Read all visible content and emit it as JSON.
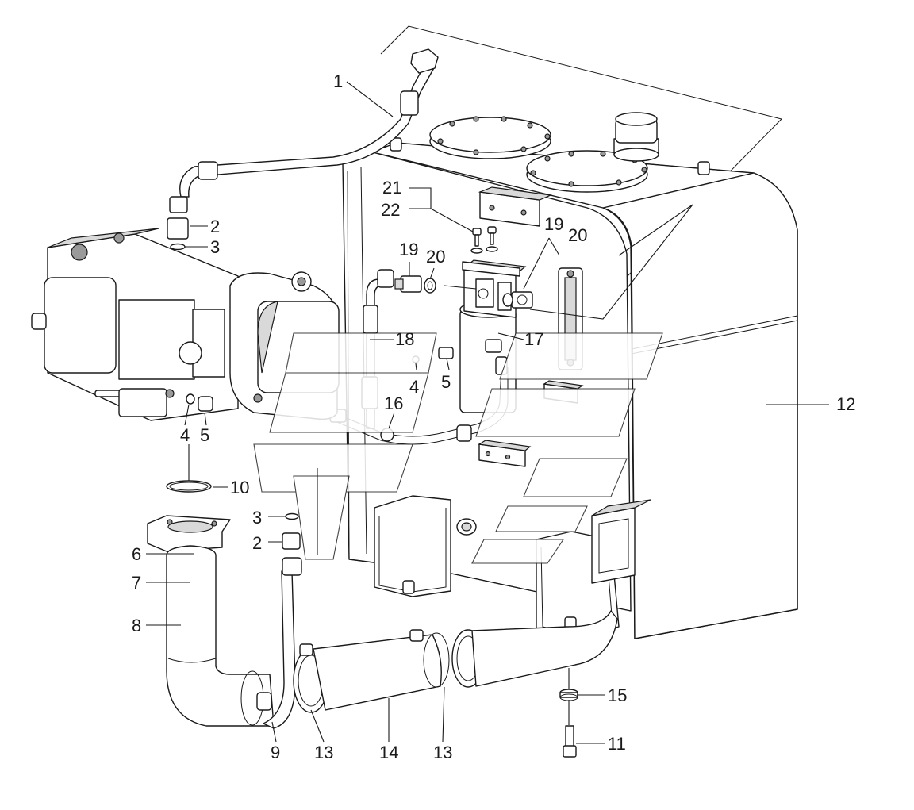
{
  "callouts": [
    {
      "id": "c1",
      "text": "1"
    },
    {
      "id": "c2a",
      "text": "2"
    },
    {
      "id": "c3a",
      "text": "3"
    },
    {
      "id": "c21",
      "text": "21"
    },
    {
      "id": "c22",
      "text": "22"
    },
    {
      "id": "c19a",
      "text": "19"
    },
    {
      "id": "c20a",
      "text": "20"
    },
    {
      "id": "c19b",
      "text": "19"
    },
    {
      "id": "c20b",
      "text": "20"
    },
    {
      "id": "c18",
      "text": "18"
    },
    {
      "id": "c17",
      "text": "17"
    },
    {
      "id": "c4a",
      "text": "4"
    },
    {
      "id": "c5a",
      "text": "5"
    },
    {
      "id": "c16",
      "text": "16"
    },
    {
      "id": "c4b",
      "text": "4"
    },
    {
      "id": "c5b",
      "text": "5"
    },
    {
      "id": "c12",
      "text": "12"
    },
    {
      "id": "c10",
      "text": "10"
    },
    {
      "id": "c3b",
      "text": "3"
    },
    {
      "id": "c2b",
      "text": "2"
    },
    {
      "id": "c6",
      "text": "6"
    },
    {
      "id": "c7",
      "text": "7"
    },
    {
      "id": "c8",
      "text": "8"
    },
    {
      "id": "c9",
      "text": "9"
    },
    {
      "id": "c13a",
      "text": "13"
    },
    {
      "id": "c14",
      "text": "14"
    },
    {
      "id": "c13b",
      "text": "13"
    },
    {
      "id": "c15",
      "text": "15"
    },
    {
      "id": "c11",
      "text": "11"
    }
  ]
}
